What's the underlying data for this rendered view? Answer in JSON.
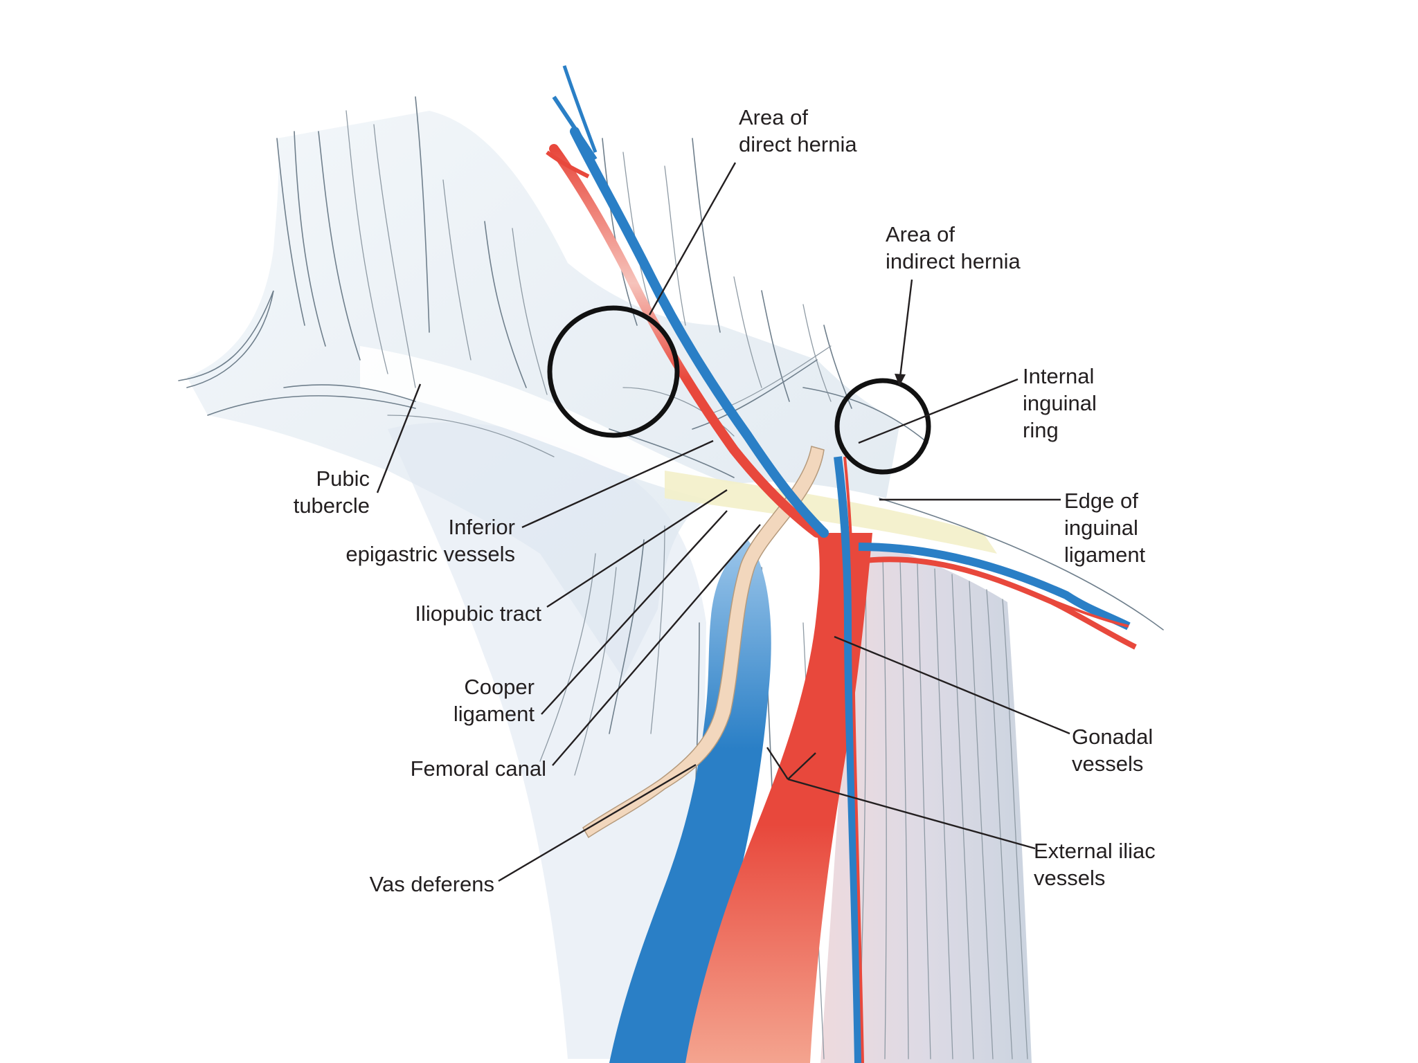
{
  "figure": {
    "labels": {
      "direct_hernia": [
        "Area of",
        "direct hernia"
      ],
      "indirect_hernia": [
        "Area of",
        "indirect hernia"
      ],
      "internal_ring": [
        "Internal",
        "inguinal",
        "ring"
      ],
      "edge_ligament": [
        "Edge of",
        "inguinal",
        "ligament"
      ],
      "gonadal": [
        "Gonadal",
        "vessels"
      ],
      "external_iliac": [
        "External iliac",
        "vessels"
      ],
      "pubic_tubercle": [
        "Pubic",
        "tubercle"
      ],
      "inferior_epigastric": [
        "Inferior",
        "epigastric vessels"
      ],
      "iliopubic_tract": [
        "Iliopubic tract"
      ],
      "cooper_ligament": [
        "Cooper",
        "ligament"
      ],
      "femoral_canal": [
        "Femoral canal"
      ],
      "vas_deferens": [
        "Vas deferens"
      ]
    },
    "colors": {
      "artery": "#e8483c",
      "vein": "#2a7fc6",
      "vas": "#f2d7bd",
      "fascia": "#d6e2ed",
      "muscle": "#c9d3de",
      "ligament_edge": "#f3f0c9",
      "line": "#231f20"
    }
  }
}
